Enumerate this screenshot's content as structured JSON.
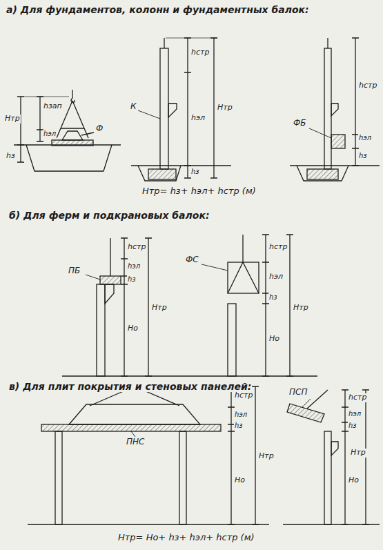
{
  "diagram": {
    "labels": [
      "а) Для фундаментов, колонн и фундаментных балок:",
      "Hтр",
      "hзап",
      "hэл",
      "hз",
      "Ф",
      "К",
      "hстр",
      "hэл",
      "Hтр",
      "hз",
      "ФБ",
      "hстр",
      "hэл",
      "hз",
      "Hтр= hз+ hэл+ hстр (м)",
      "б) Для ферм и подкрановых балок:",
      "ПБ",
      "hстр",
      "hэл",
      "hз",
      "Hо",
      "Hтр",
      "ФС",
      "hстр",
      "hэл",
      "hз",
      "Hо",
      "Hтр",
      "в) Для плит покрытия и стеновых панелей:",
      "ПНС",
      "hстр",
      "hэл",
      "hз",
      "Hо",
      "Hтр",
      "ПСП",
      "hстр",
      "hэл",
      "hз",
      "Hо",
      "Hтр",
      "Hтр= Hо+ hз+ hэл+ hстр (м)"
    ]
  }
}
